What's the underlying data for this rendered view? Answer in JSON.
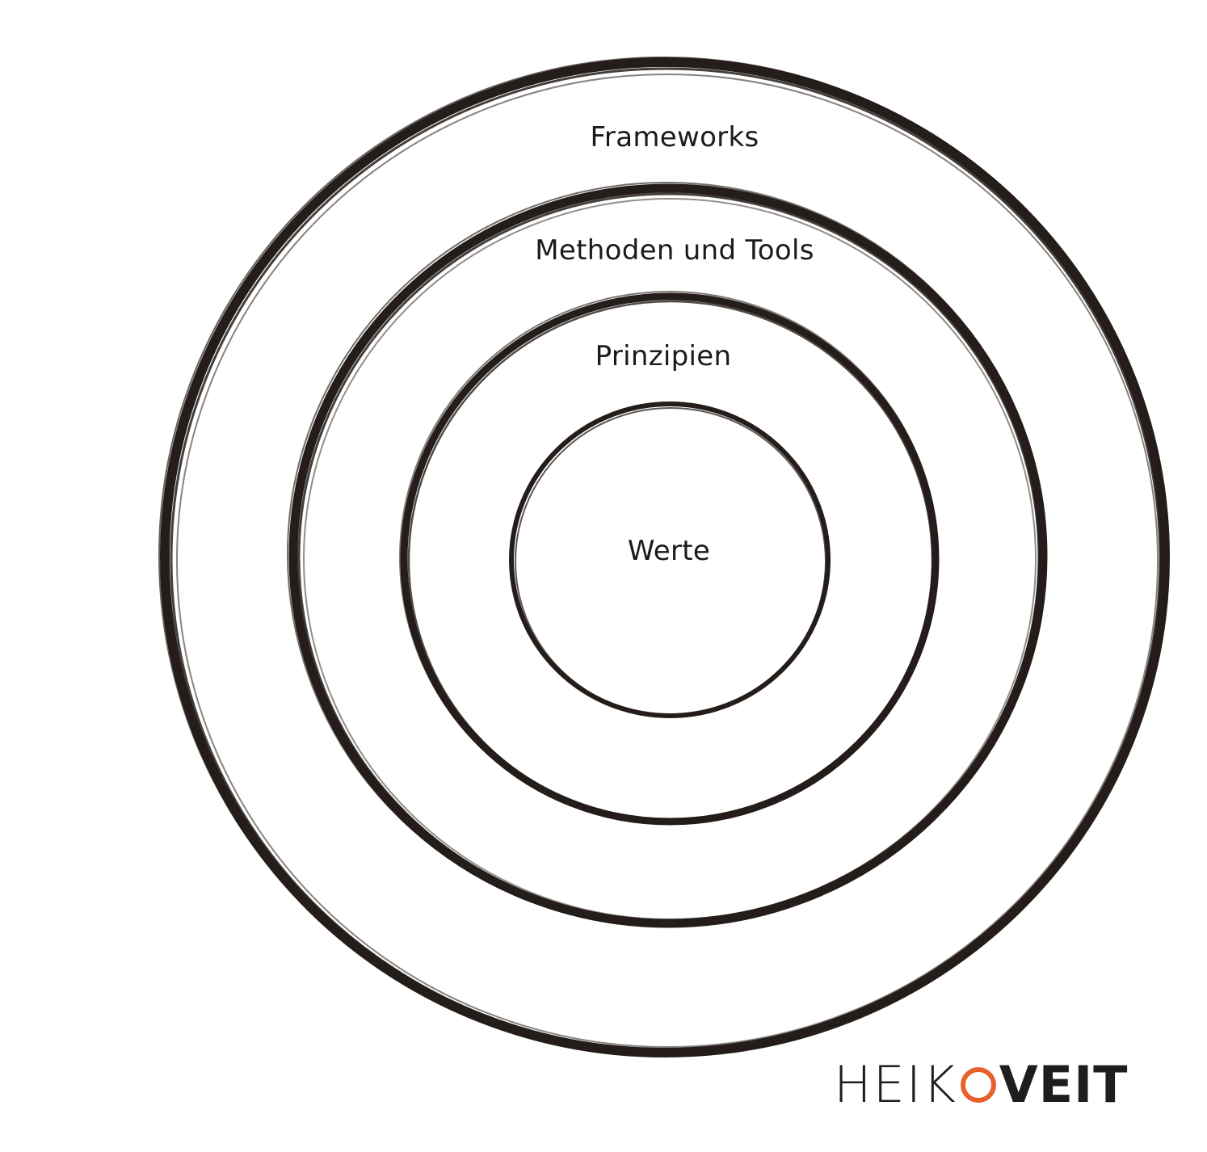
{
  "diagram": {
    "rings": [
      {
        "label": "Frameworks"
      },
      {
        "label": "Methoden und Tools"
      },
      {
        "label": "Prinzipien"
      },
      {
        "label": "Werte"
      }
    ],
    "stroke_color": "#241d1a"
  },
  "logo": {
    "first": "HEIK",
    "accent_letter": "O",
    "last": "VEIT",
    "accent_color": "#e8602c"
  }
}
